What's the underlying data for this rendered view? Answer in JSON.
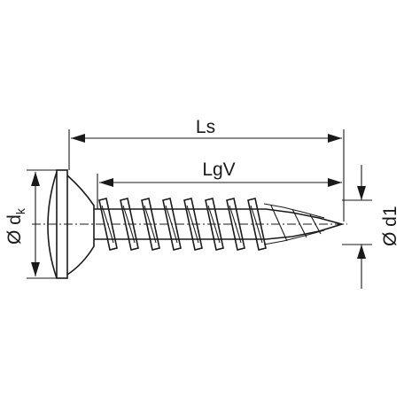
{
  "labels": {
    "shank_length": "Ls",
    "thread_length": "LgV",
    "head_diameter_symbol": "Ø d",
    "head_diameter_subscript": "k",
    "thread_diameter": "Ø d1"
  }
}
